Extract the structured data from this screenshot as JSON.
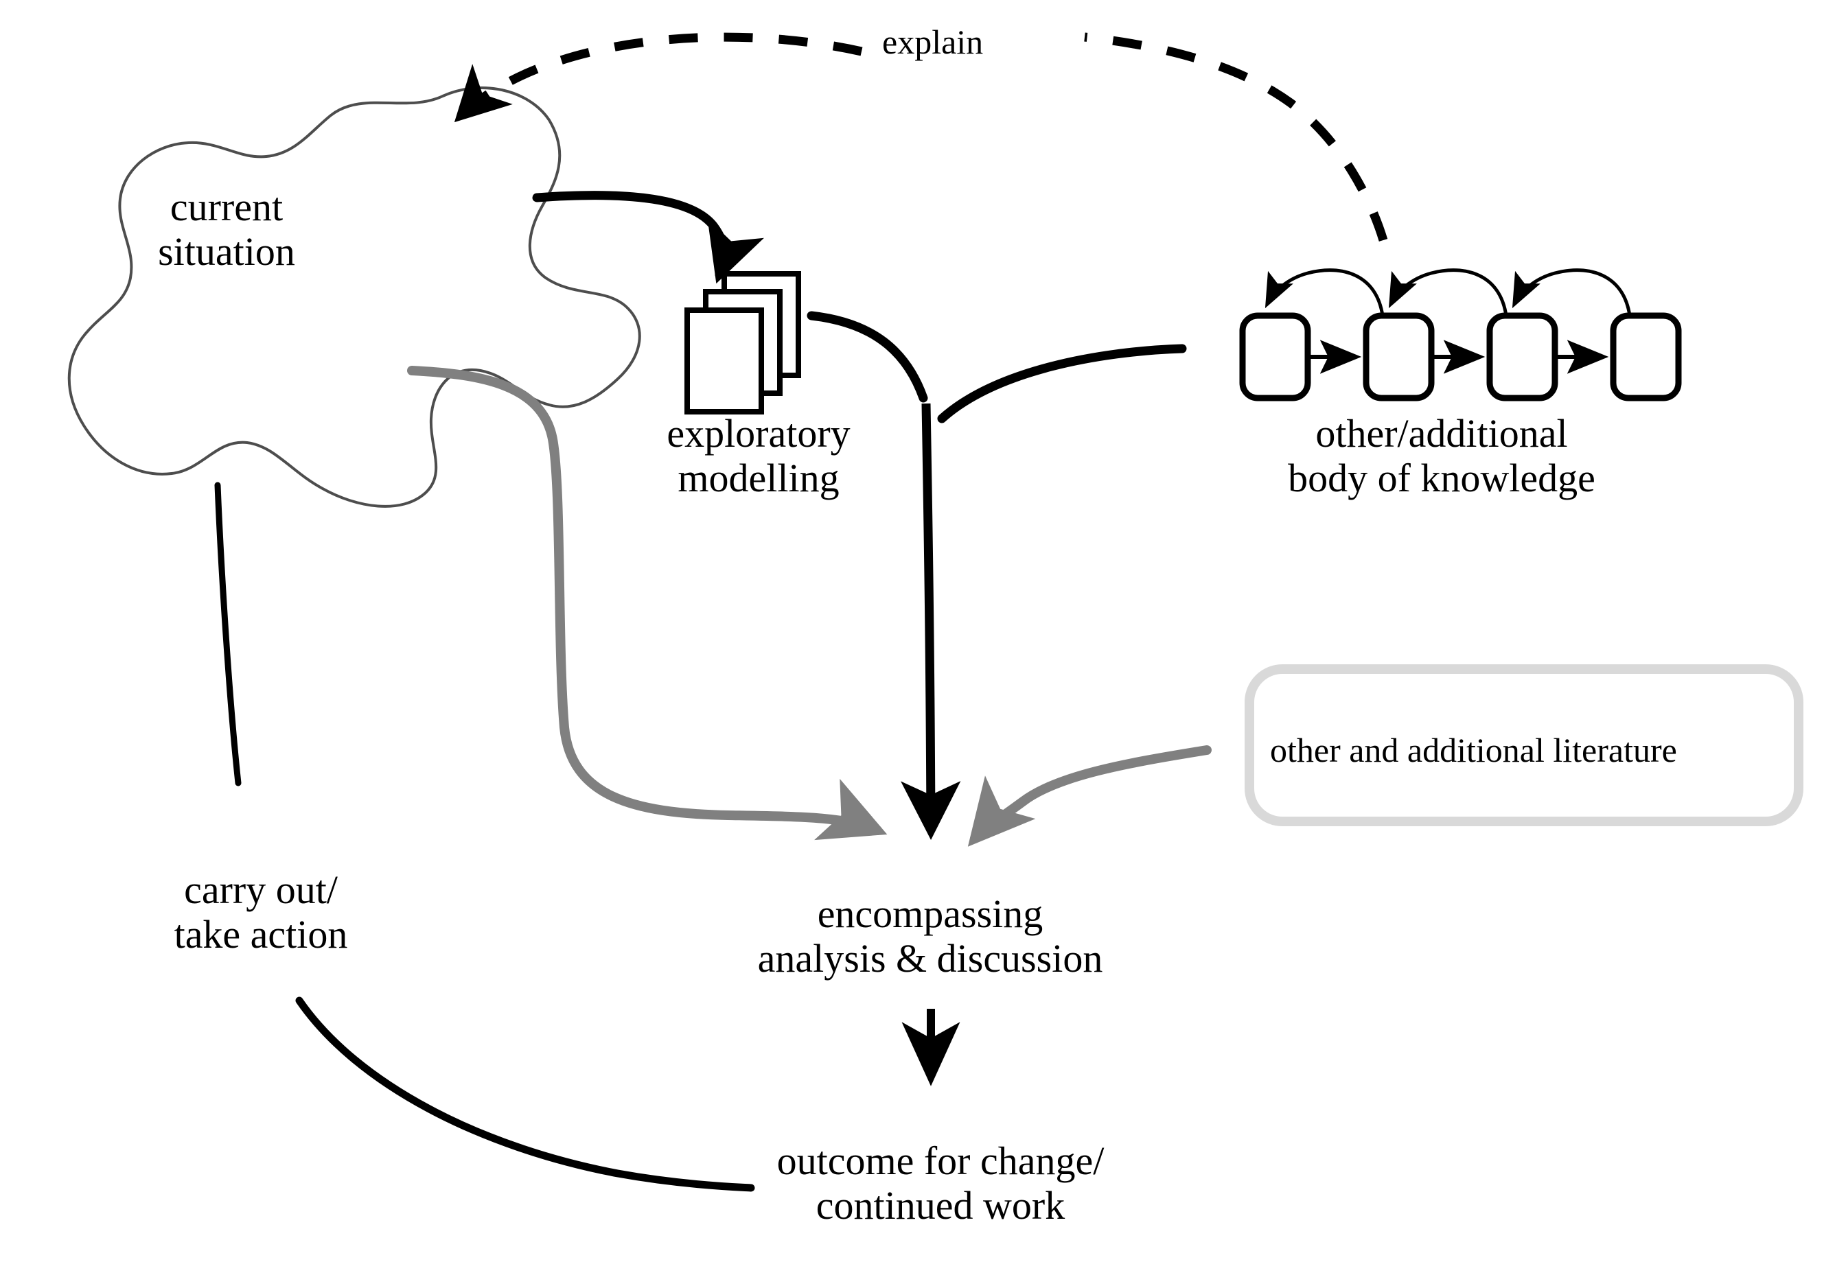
{
  "diagram": {
    "title": "research process flow diagram",
    "colors": {
      "stroke_black": "#000000",
      "stroke_gray": "#808080",
      "cloud_outline": "#4d4d4d",
      "literature_box_outline": "#d9d9d9",
      "background": "#ffffff"
    },
    "nodes": [
      {
        "id": "current-situation",
        "label": "current\nsituation",
        "shape": "cloud"
      },
      {
        "id": "exploratory-modelling",
        "label": "exploratory\nmodelling",
        "shape": "document-stack",
        "document_count": 3
      },
      {
        "id": "body-of-knowledge",
        "label": "other/additional\nbody of knowledge",
        "shape": "chained-rounded-boxes",
        "box_count": 4
      },
      {
        "id": "other-literature",
        "label": "other and additional literature",
        "shape": "rounded-rectangle"
      },
      {
        "id": "carry-out",
        "label": "carry out/\ntake action",
        "shape": "text"
      },
      {
        "id": "encompassing-analysis",
        "label": "encompassing\nanalysis & discussion",
        "shape": "text"
      },
      {
        "id": "outcome",
        "label": "outcome for change/\ncontinued work",
        "shape": "text"
      }
    ],
    "edges": [
      {
        "id": "explain-edge",
        "label": "explain",
        "from": "body-of-knowledge",
        "to": "current-situation",
        "style": "dashed",
        "color": "#000000",
        "arrow": "end"
      },
      {
        "id": "to-exploratory",
        "label": "",
        "from": "current-situation",
        "to": "exploratory-modelling",
        "style": "solid",
        "color": "#000000",
        "arrow": "end"
      },
      {
        "id": "exploratory-to-analysis",
        "label": "",
        "from": "exploratory-modelling",
        "to": "encompassing-analysis",
        "style": "solid",
        "color": "#000000",
        "arrow": "end"
      },
      {
        "id": "bok-to-analysis",
        "label": "",
        "from": "body-of-knowledge",
        "to": "encompassing-analysis",
        "style": "solid",
        "color": "#000000",
        "arrow": "none"
      },
      {
        "id": "situation-to-analysis",
        "label": "",
        "from": "current-situation",
        "to": "encompassing-analysis",
        "style": "solid",
        "color": "#808080",
        "arrow": "end"
      },
      {
        "id": "literature-to-analysis",
        "label": "",
        "from": "other-literature",
        "to": "encompassing-analysis",
        "style": "solid",
        "color": "#808080",
        "arrow": "end"
      },
      {
        "id": "analysis-to-outcome",
        "label": "",
        "from": "encompassing-analysis",
        "to": "outcome",
        "style": "solid",
        "color": "#000000",
        "arrow": "end"
      },
      {
        "id": "situation-to-carryout",
        "label": "",
        "from": "current-situation",
        "to": "carry-out",
        "style": "solid",
        "color": "#000000",
        "arrow": "none"
      },
      {
        "id": "carryout-to-outcome",
        "label": "",
        "from": "carry-out",
        "to": "outcome",
        "style": "solid",
        "color": "#000000",
        "arrow": "none"
      }
    ]
  }
}
